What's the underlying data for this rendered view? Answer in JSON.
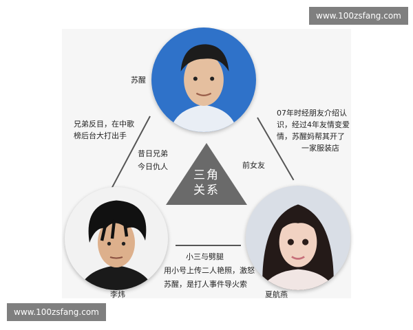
{
  "watermark": {
    "text": "www.100zsfang.com"
  },
  "center": {
    "line1": "三角",
    "line2": "关系"
  },
  "people": {
    "top": {
      "name": "苏醒"
    },
    "left": {
      "name": "李炜"
    },
    "right": {
      "name": "夏航燕"
    }
  },
  "relations": {
    "top_left": {
      "line1": "兄弟反目，在中歌",
      "line2": "榜后台大打出手"
    },
    "top_left_inner": {
      "line1": "昔日兄弟",
      "line2": "今日仇人"
    },
    "top_right": {
      "line1": "07年时经朋友介绍认",
      "line2": "识，经过4年友情变爱",
      "line3": "情，苏醒妈帮其开了",
      "line4": "一家服装店"
    },
    "top_right_inner": {
      "text": "前女友"
    },
    "bottom": {
      "line1": "小三与劈腿",
      "line2": "用小号上传二人艳照，激怒",
      "line3": "苏醒，是打人事件导火索"
    }
  }
}
